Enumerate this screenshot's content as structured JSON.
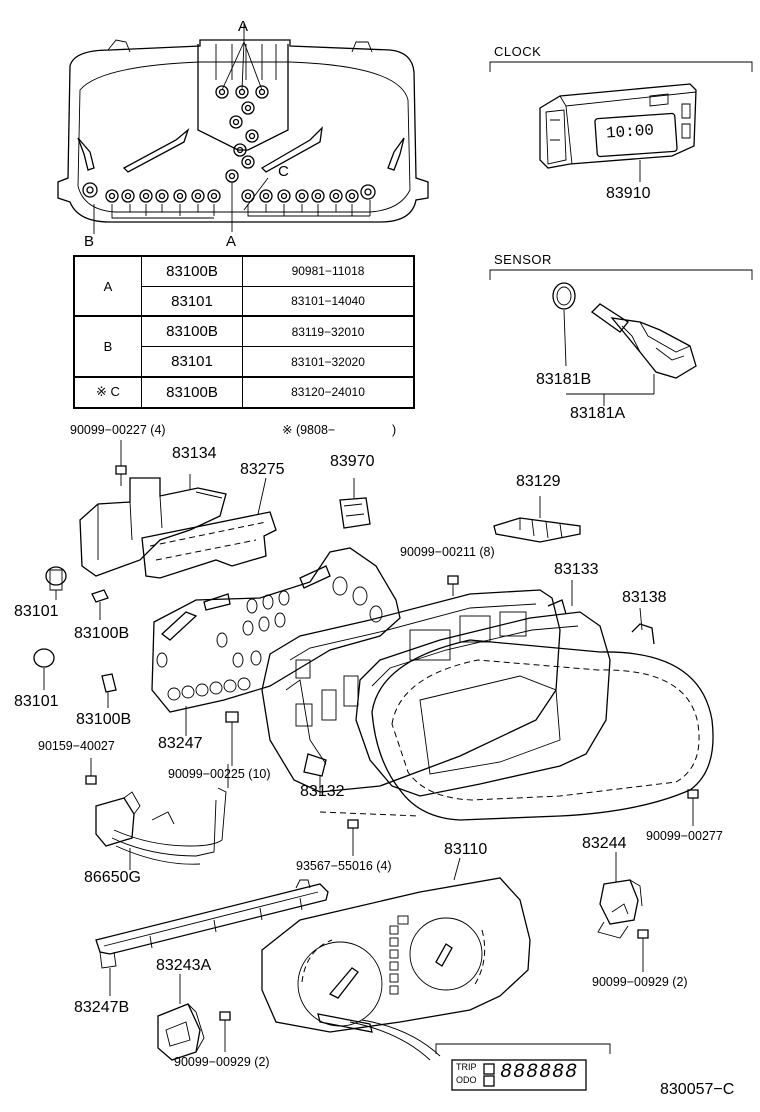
{
  "labels": {
    "top_a": "A",
    "mid_c": "C",
    "bot_b": "B",
    "bot_a": "A",
    "clock_header": "CLOCK",
    "clock_time": "10:00",
    "clock_part": "83910",
    "sensor_header": "SENSOR",
    "sensor_b": "83181B",
    "sensor_a": "83181A",
    "screw_top_left": "90099−00227 (4)",
    "date_note": "※ (9808−",
    "date_paren": ")",
    "p83134": "83134",
    "p83275": "83275",
    "p83970": "83970",
    "p83129": "83129",
    "screw_211": "90099−00211 (8)",
    "p83133": "83133",
    "p83138": "83138",
    "p83101_a": "83101",
    "p83100b_a": "83100B",
    "p83101_b": "83101",
    "p83100b_b": "83100B",
    "p83247": "83247",
    "screw_40027": "90159−40027",
    "screw_225": "90099−00225 (10)",
    "p83132": "83132",
    "screw_277": "90099−00277",
    "p86650g": "86650G",
    "screw_55016": "93567−55016 (4)",
    "p83110": "83110",
    "p83244": "83244",
    "screw_929_r": "90099−00929 (2)",
    "p83247b": "83247B",
    "p83243a": "83243A",
    "screw_929_l": "90099−00929 (2)",
    "trip": "TRIP",
    "odo": "ODO",
    "lcd_digits": "888888",
    "diagram_id": "830057−C"
  },
  "table": {
    "rows": [
      {
        "group": "A",
        "part": "83100B",
        "ref": "90981−11018"
      },
      {
        "group": "",
        "part": "83101",
        "ref": "83101−14040"
      },
      {
        "group": "B",
        "part": "83100B",
        "ref": "83119−32010"
      },
      {
        "group": "",
        "part": "83101",
        "ref": "83101−32020"
      },
      {
        "group": "※ C",
        "part": "83100B",
        "ref": "83120−24010"
      }
    ]
  }
}
